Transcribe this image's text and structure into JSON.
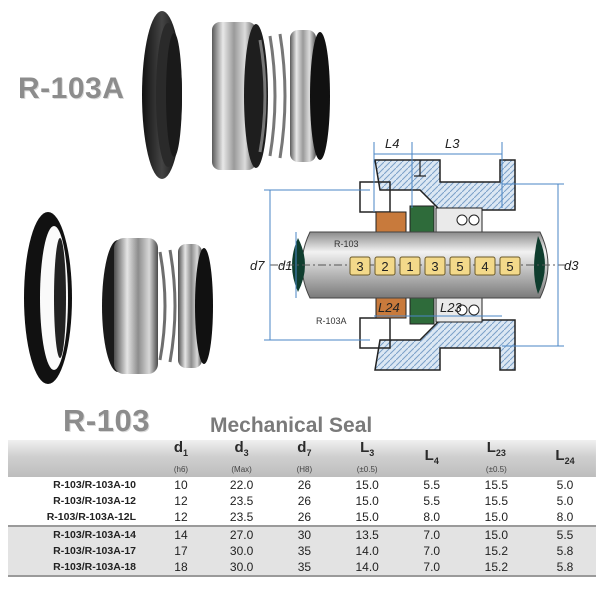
{
  "labels": {
    "product_a": "R-103A",
    "product_b": "R-103",
    "subtitle": "Mechanical Seal"
  },
  "diagram": {
    "dim_L4": "L4",
    "dim_L3": "L3",
    "dim_L24": "L24",
    "dim_L23": "L23",
    "dim_d7": "d7",
    "dim_d1": "d1",
    "dim_d3": "d3",
    "shaft_label_top": "R-103",
    "shaft_label_bottom": "R-103A",
    "part_numbers": [
      "3",
      "2",
      "1",
      "3",
      "5",
      "4",
      "5"
    ]
  },
  "table": {
    "columns": [
      {
        "symbol": "d",
        "sub": "1",
        "tol": "(h6)"
      },
      {
        "symbol": "d",
        "sub": "3",
        "tol": "(Max)"
      },
      {
        "symbol": "d",
        "sub": "7",
        "tol": "(H8)"
      },
      {
        "symbol": "L",
        "sub": "3",
        "tol": "(±0.5)"
      },
      {
        "symbol": "L",
        "sub": "4",
        "tol": ""
      },
      {
        "symbol": "L",
        "sub": "23",
        "tol": "(±0.5)"
      },
      {
        "symbol": "L",
        "sub": "24",
        "tol": ""
      }
    ],
    "rows": [
      {
        "model": "R-103/R-103A-10",
        "values": [
          "10",
          "22.0",
          "26",
          "15.0",
          "5.5",
          "15.5",
          "5.0"
        ]
      },
      {
        "model": "R-103/R-103A-12",
        "values": [
          "12",
          "23.5",
          "26",
          "15.0",
          "5.5",
          "15.5",
          "5.0"
        ]
      },
      {
        "model": "R-103/R-103A-12L",
        "values": [
          "12",
          "23.5",
          "26",
          "15.0",
          "8.0",
          "15.0",
          "8.0"
        ]
      },
      {
        "model": "R-103/R-103A-14",
        "values": [
          "14",
          "27.0",
          "30",
          "13.5",
          "7.0",
          "15.0",
          "5.5"
        ]
      },
      {
        "model": "R-103/R-103A-17",
        "values": [
          "17",
          "30.0",
          "35",
          "14.0",
          "7.0",
          "15.2",
          "5.8"
        ]
      },
      {
        "model": "R-103/R-103A-18",
        "values": [
          "18",
          "30.0",
          "35",
          "14.0",
          "7.0",
          "15.2",
          "5.8"
        ]
      }
    ]
  }
}
